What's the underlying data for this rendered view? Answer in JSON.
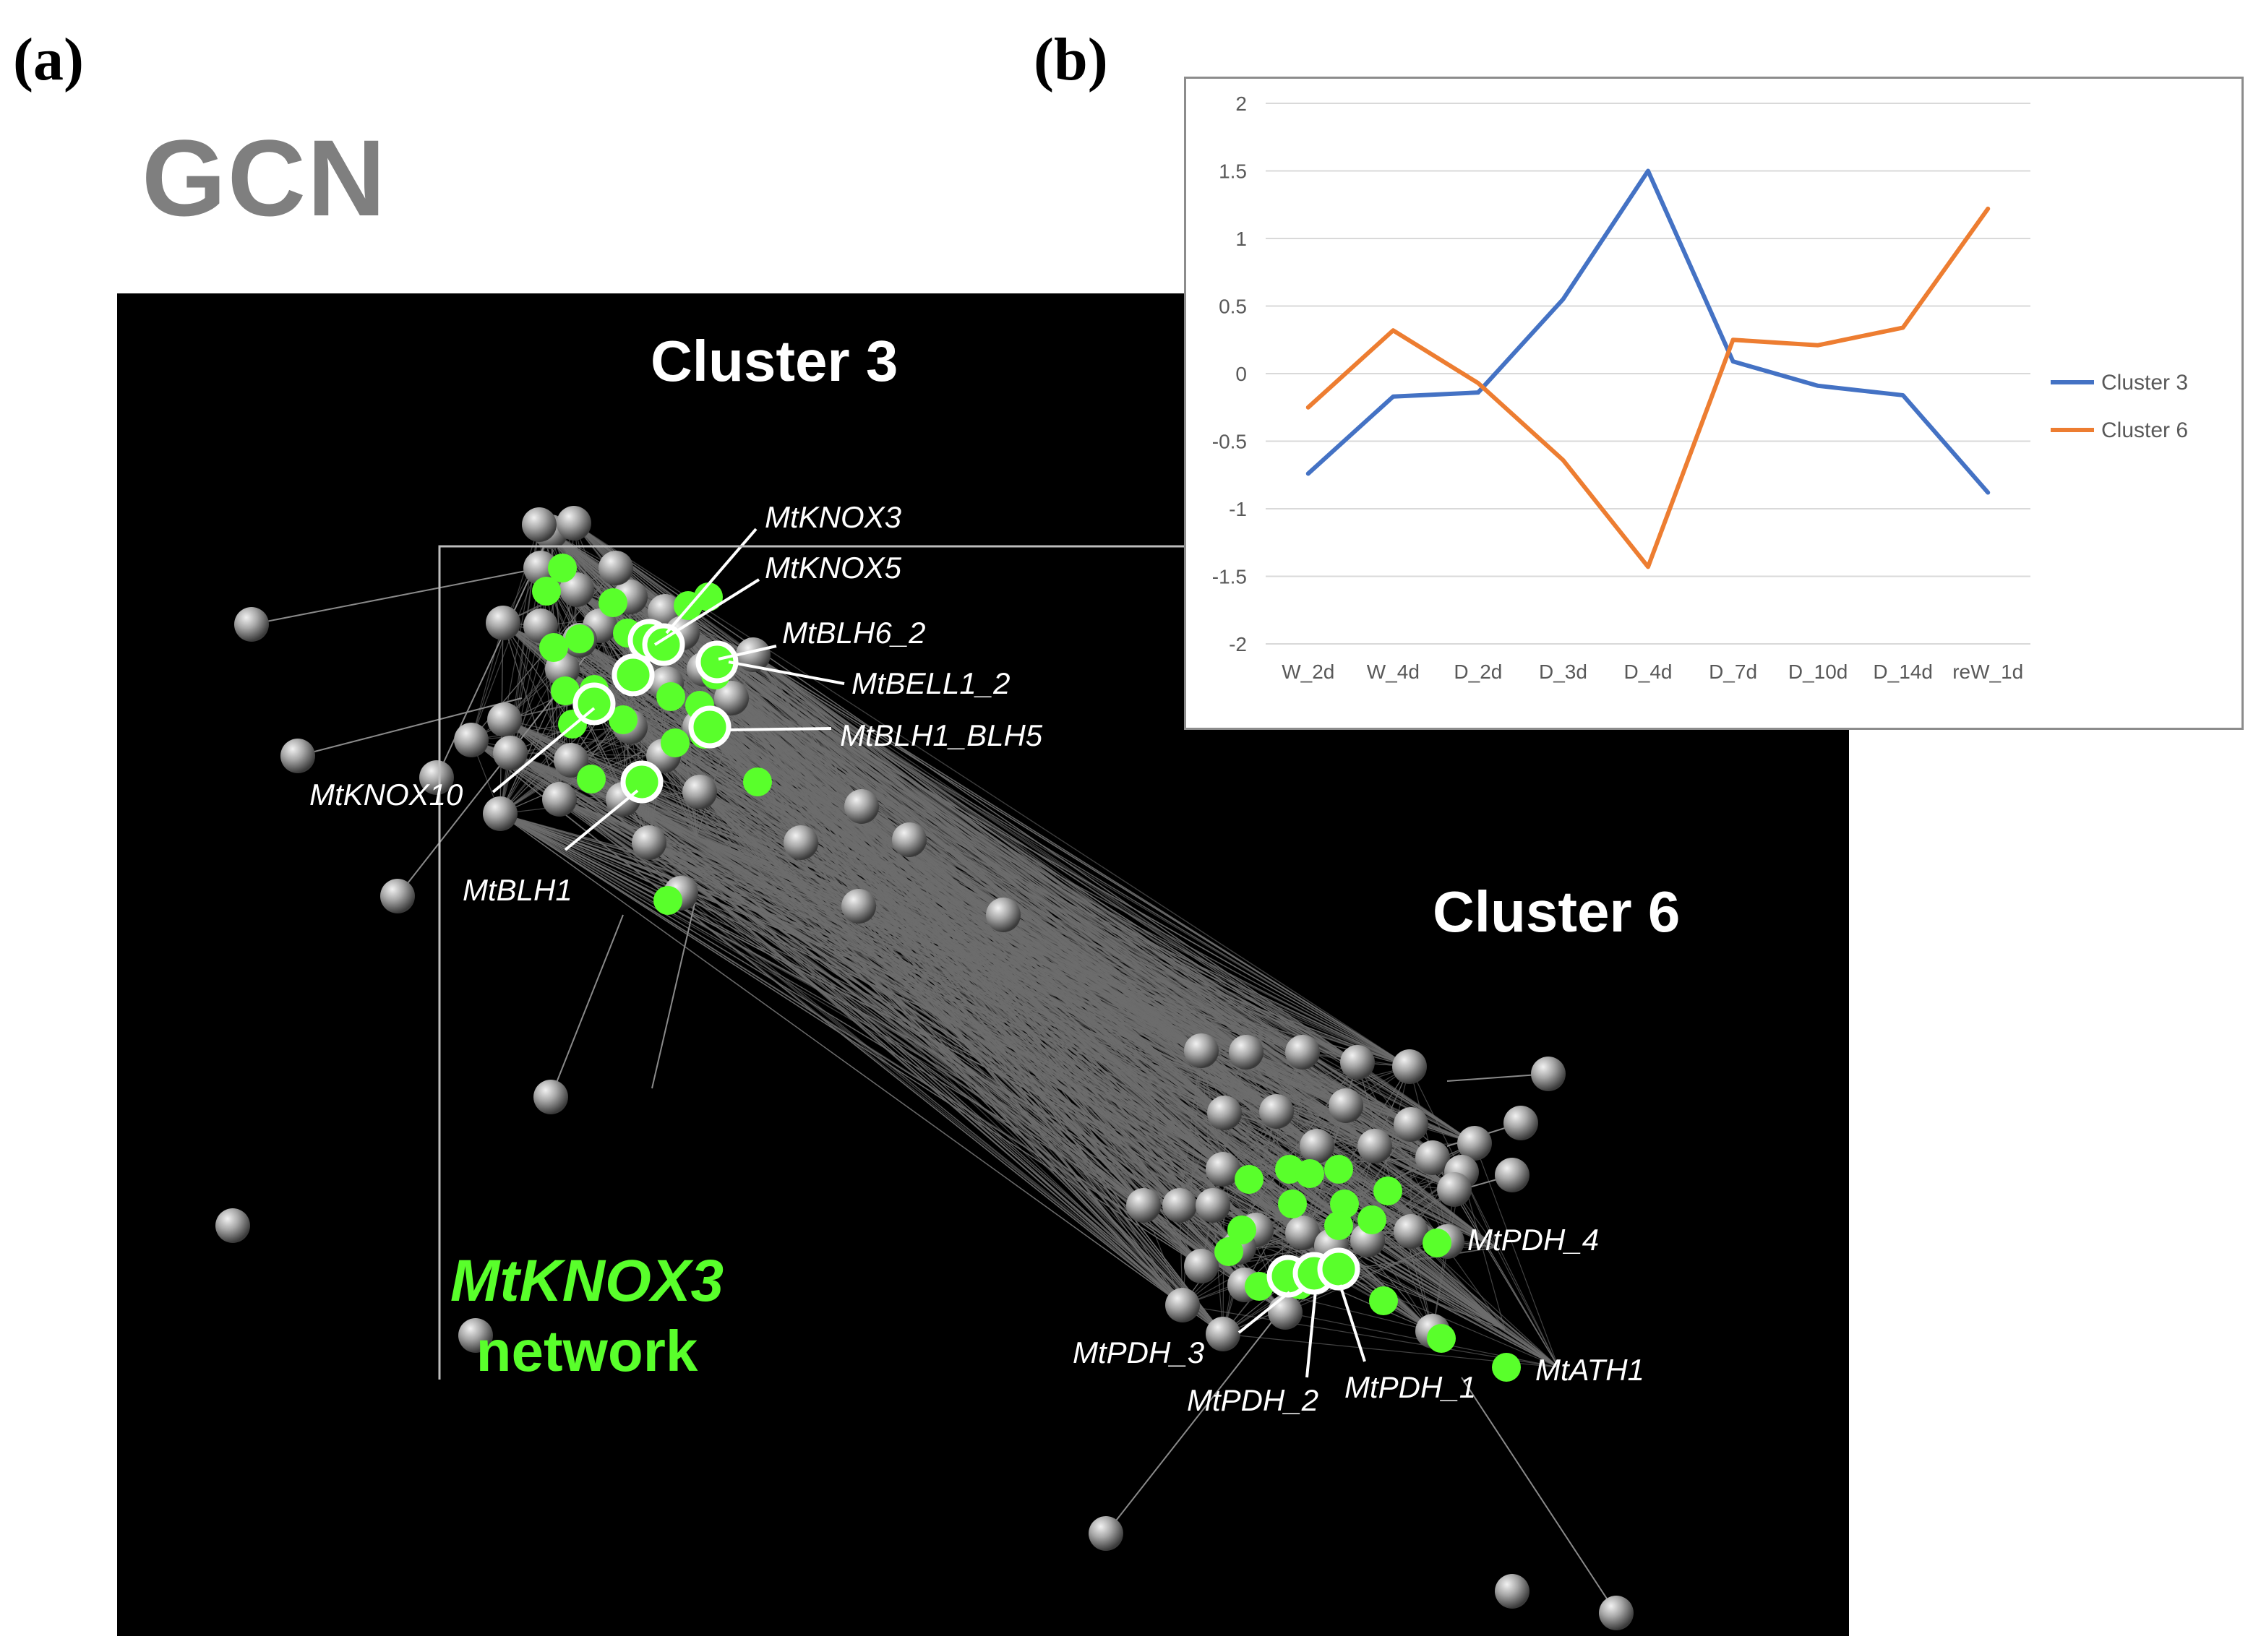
{
  "panels": {
    "a": "(a)",
    "b": "(b)"
  },
  "network": {
    "title": "GCN",
    "cluster3_label": "Cluster 3",
    "cluster6_label": "Cluster 6",
    "caption_gene": "MtKNOX3",
    "caption_word": "network",
    "gene_labels": {
      "knox3": "MtKNOX3",
      "knox5": "MtKNOX5",
      "blh6_2": "MtBLH6_2",
      "bell1_2": "MtBELL1_2",
      "blh1_blh5": "MtBLH1_BLH5",
      "knox10": "MtKNOX10",
      "blh1": "MtBLH1",
      "pdh4": "MtPDH_4",
      "pdh3": "MtPDH_3",
      "pdh2": "MtPDH_2",
      "pdh1": "MtPDH_1",
      "ath1": "MtATH1"
    },
    "colors": {
      "highlight": "#59ff2b",
      "node": "#9a9a9a",
      "edge": "#6e6e6e",
      "background": "#000000"
    }
  },
  "chart_data": {
    "type": "line",
    "categories": [
      "W_2d",
      "W_4d",
      "D_2d",
      "D_3d",
      "D_4d",
      "D_7d",
      "D_10d",
      "D_14d",
      "reW_1d"
    ],
    "series": [
      {
        "name": "Cluster 3",
        "color": "#4472c4",
        "values": [
          -0.74,
          -0.17,
          -0.14,
          0.55,
          1.5,
          0.09,
          -0.09,
          -0.16,
          -0.88
        ]
      },
      {
        "name": "Cluster 6",
        "color": "#ed7d31",
        "values": [
          -0.25,
          0.32,
          -0.07,
          -0.64,
          -1.43,
          0.25,
          0.21,
          0.34,
          1.22
        ]
      }
    ],
    "yticks": [
      "2",
      "1.5",
      "1",
      "0.5",
      "0",
      "-0.5",
      "-1",
      "-1.5",
      "-2"
    ],
    "ylim": [
      -2,
      2
    ],
    "grid": true,
    "legend_position": "right"
  }
}
